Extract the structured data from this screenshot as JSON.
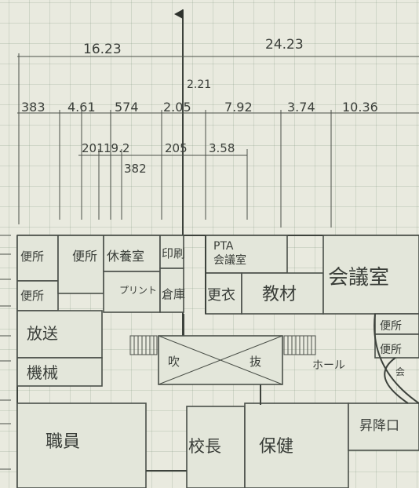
{
  "dimensions": {
    "top": [
      "16.23",
      "24.23"
    ],
    "mid": [
      "2.21"
    ],
    "row1": [
      "383",
      "4.61",
      "574",
      "2.05",
      "7.92",
      "3.74",
      "10.36"
    ],
    "row2": [
      "201",
      "19.2",
      "205",
      "3.58"
    ],
    "row3": [
      "382"
    ]
  },
  "rooms": {
    "toilet_1": "便所",
    "toilet_2": "便所",
    "toilet_3": "便所",
    "toilet_4": "便所",
    "toilet_5": "便所",
    "rest_room": "休養室",
    "printing": "印刷",
    "print": "プリント",
    "storage": "倉庫",
    "pta_room": "PTA\n会議室",
    "changing": "更衣",
    "materials": "教材",
    "meeting_room": "会議室",
    "broadcast": "放送",
    "machinery": "機械",
    "atrium_left": "吹",
    "atrium_right": "抜",
    "hall": "ホール",
    "entrance": "昇降口",
    "staff_room": "職員",
    "principal": "校長",
    "health": "保健",
    "meeting_small": "会"
  }
}
